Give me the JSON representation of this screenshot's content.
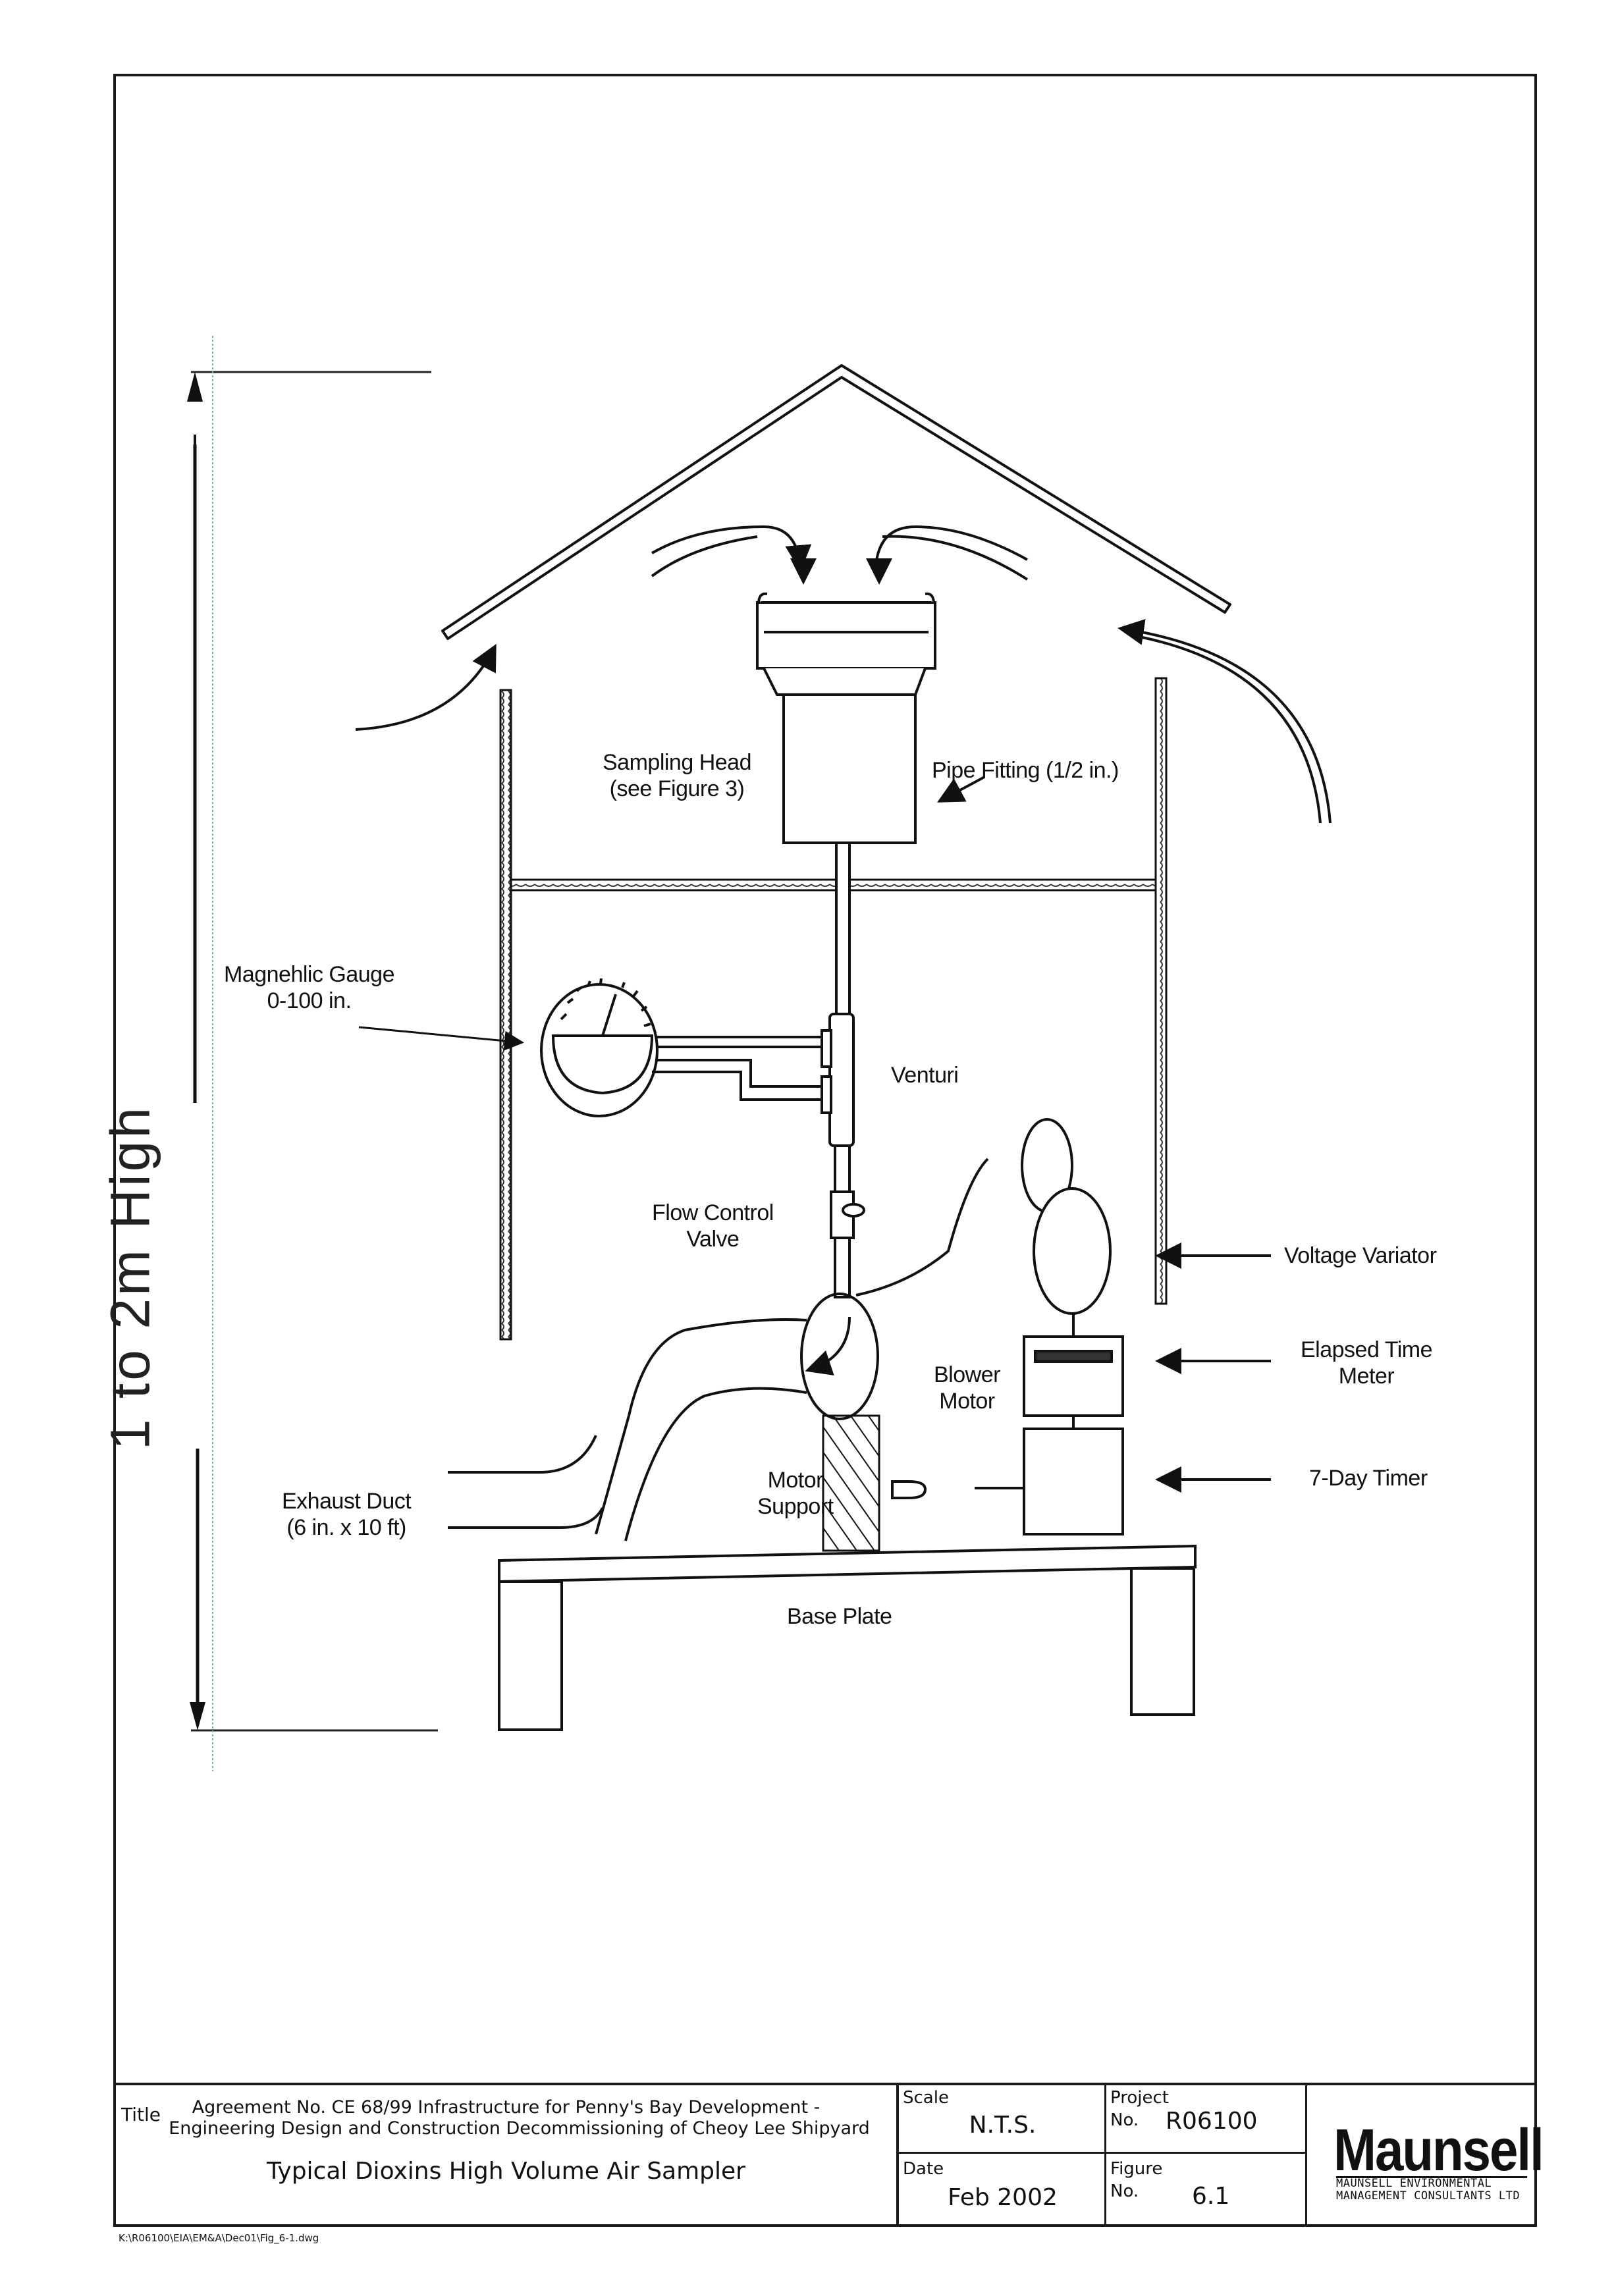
{
  "diagram": {
    "height_dimension": "1 to 2m High",
    "labels": {
      "sampling_head": [
        "Sampling Head",
        "(see Figure 3)"
      ],
      "pipe_fitting": "Pipe Fitting (1/2 in.)",
      "magnehlic_gauge": [
        "Magnehlic Gauge",
        "0-100 in."
      ],
      "venturi": "Venturi",
      "flow_control_valve": [
        "Flow Control",
        "Valve"
      ],
      "voltage_variator": "Voltage Variator",
      "elapsed_time_meter": [
        "Elapsed Time",
        "Meter"
      ],
      "blower_motor": [
        "Blower",
        "Motor"
      ],
      "seven_day_timer": "7-Day Timer",
      "exhaust_duct": [
        "Exhaust Duct",
        "(6 in. x 10 ft)"
      ],
      "motor_support": [
        "Motor",
        "Support"
      ],
      "base_plate": "Base Plate"
    }
  },
  "title_block": {
    "title_label": "Title",
    "agreement_line1": "Agreement No. CE 68/99 Infrastructure for Penny's Bay Development -",
    "agreement_line2": "Engineering Design and Construction Decommissioning of Cheoy Lee Shipyard",
    "drawing_title": "Typical Dioxins High Volume Air Sampler",
    "scale_label": "Scale",
    "scale_value": "N.T.S.",
    "date_label": "Date",
    "date_value": "Feb 2002",
    "project_label": "Project",
    "project_no_label": "No.",
    "project_no": "R06100",
    "figure_label": "Figure",
    "figure_no_label": "No.",
    "figure_no": "6.1",
    "logo": {
      "name": "Maunsell",
      "subtitle_line1": "MAUNSELL ENVIRONMENTAL",
      "subtitle_line2": "MANAGEMENT CONSULTANTS LTD"
    }
  },
  "file_path": "K:\\R06100\\EIA\\EM&A\\Dec01\\Fig_6-1.dwg"
}
